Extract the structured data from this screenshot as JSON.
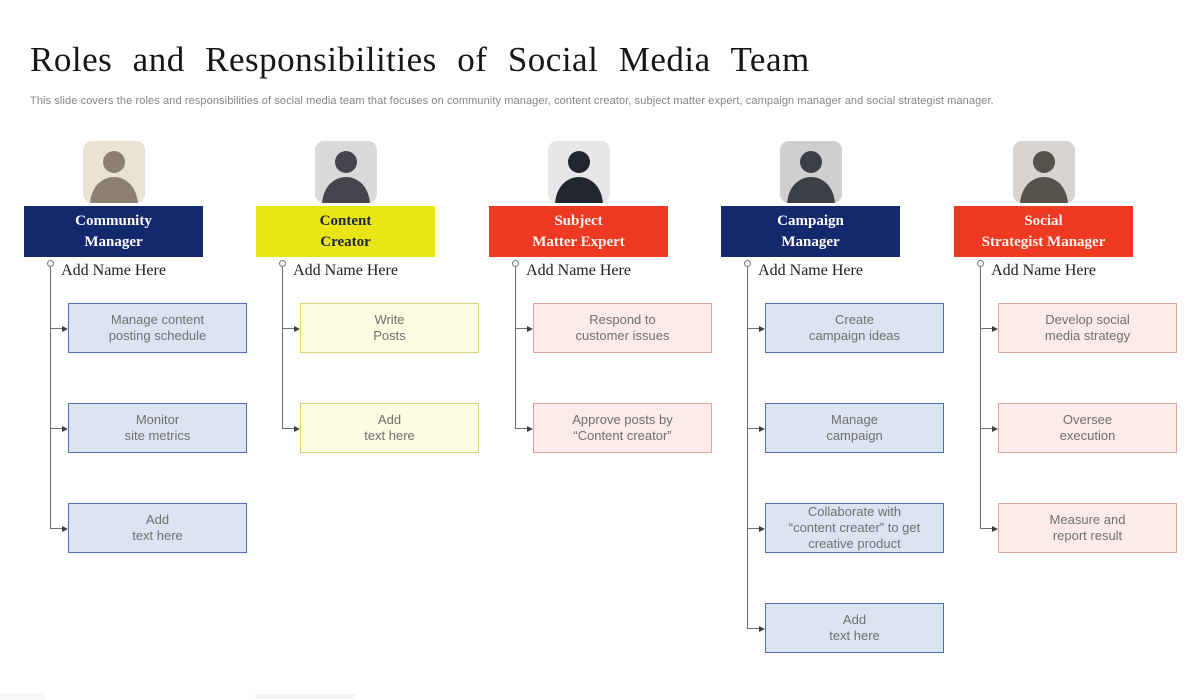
{
  "slide": {
    "title": "Roles and Responsibilities of Social Media Team",
    "subtitle": "This slide covers the roles and responsibilities of social media team that focuses on community manager, content creator, subject matter expert, campaign manager and social strategist manager."
  },
  "theme_colors": {
    "navy": {
      "header_bg": "#14286E",
      "header_text": "#FFFFFF",
      "task_bg": "#DBE5F2",
      "task_border": "#4A70B0"
    },
    "yellow": {
      "header_bg": "#EAE614",
      "header_text": "#1C2440",
      "task_bg": "#FDFCE3",
      "task_border": "#D8D46A"
    },
    "red": {
      "header_bg": "#EE3A23",
      "header_text": "#FDF2EE",
      "task_bg": "#FCEBE8",
      "task_border": "#DFA49C"
    }
  },
  "connector_color": "#6D6D6D",
  "columns": [
    {
      "role_lines": [
        "Community",
        "Manager"
      ],
      "theme": "navy",
      "name_label": "Add Name Here",
      "photo": {
        "bg": "#EAE3D2",
        "figure": "#8C8070"
      },
      "tasks": [
        [
          "Manage content",
          "posting schedule"
        ],
        [
          "Monitor",
          "site metrics"
        ],
        [
          "Add",
          "text here"
        ]
      ]
    },
    {
      "role_lines": [
        "Content",
        "Creator"
      ],
      "theme": "yellow",
      "name_label": "Add Name Here",
      "photo": {
        "bg": "#D9D9D9",
        "figure": "#45454D"
      },
      "tasks": [
        [
          "Write",
          "Posts"
        ],
        [
          "Add",
          "text here"
        ]
      ]
    },
    {
      "role_lines": [
        "Subject",
        "Matter Expert"
      ],
      "theme": "red",
      "name_label": "Add Name Here",
      "photo": {
        "bg": "#E7E7EA",
        "figure": "#23262E"
      },
      "tasks": [
        [
          "Respond to",
          "customer issues"
        ],
        [
          "Approve posts by",
          "“Content creator”"
        ]
      ]
    },
    {
      "role_lines": [
        "Campaign",
        "Manager"
      ],
      "theme": "navy",
      "name_label": "Add Name Here",
      "photo": {
        "bg": "#CFCFCF",
        "figure": "#3C3F46"
      },
      "tasks": [
        [
          "Create",
          "campaign ideas"
        ],
        [
          "Manage",
          "campaign"
        ],
        [
          "Collaborate with",
          "“content creater” to get",
          "creative product"
        ],
        [
          "Add",
          "text here"
        ]
      ]
    },
    {
      "role_lines": [
        "Social",
        "Strategist Manager"
      ],
      "theme": "red",
      "name_label": "Add Name Here",
      "photo": {
        "bg": "#D8D5D0",
        "figure": "#56514B"
      },
      "tasks": [
        [
          "Develop social",
          "media strategy"
        ],
        [
          "Oversee",
          "execution"
        ],
        [
          "Measure and",
          "report result"
        ]
      ]
    }
  ]
}
